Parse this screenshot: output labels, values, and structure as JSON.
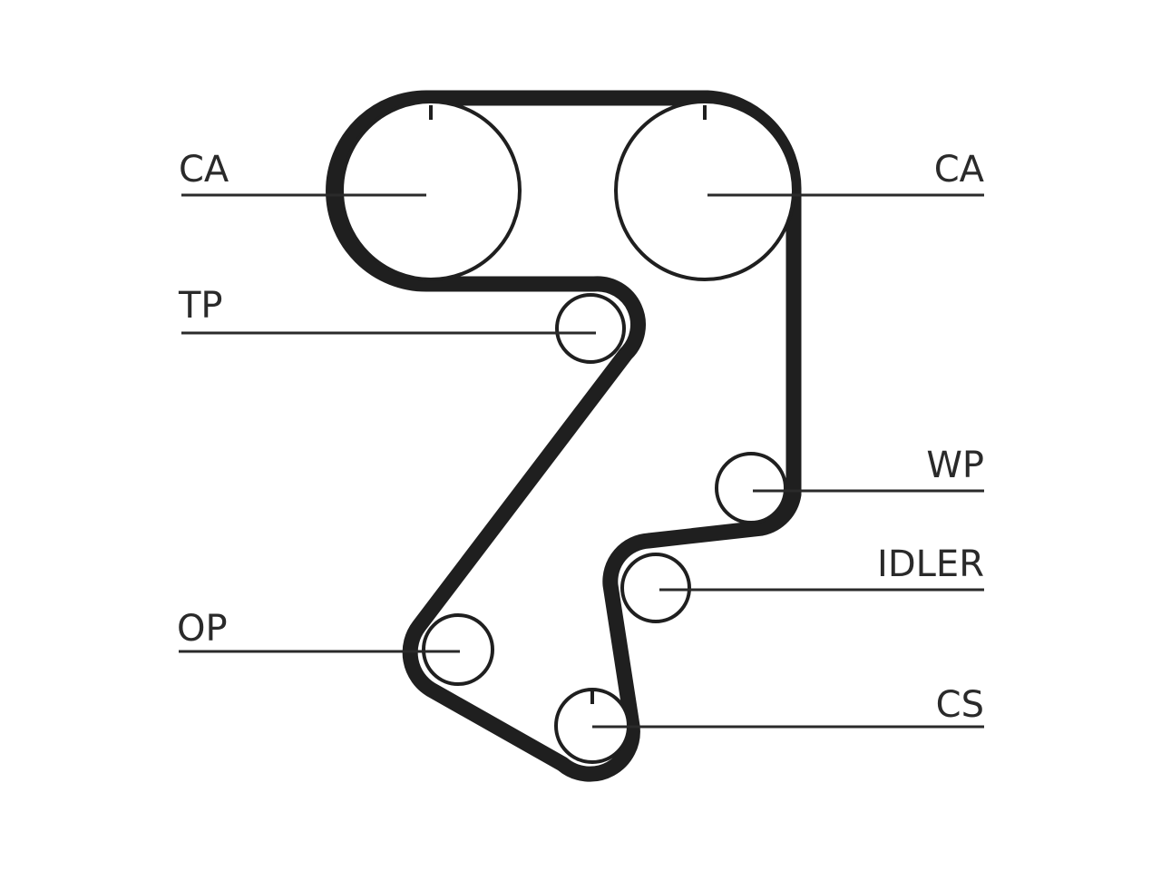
{
  "labels": {
    "ca_left": "CA",
    "ca_right": "CA",
    "tp": "TP",
    "wp": "WP",
    "idler": "IDLER",
    "op": "OP",
    "cs": "CS"
  },
  "colors": {
    "ink": "#1f1f1f",
    "background": "#ffffff"
  }
}
